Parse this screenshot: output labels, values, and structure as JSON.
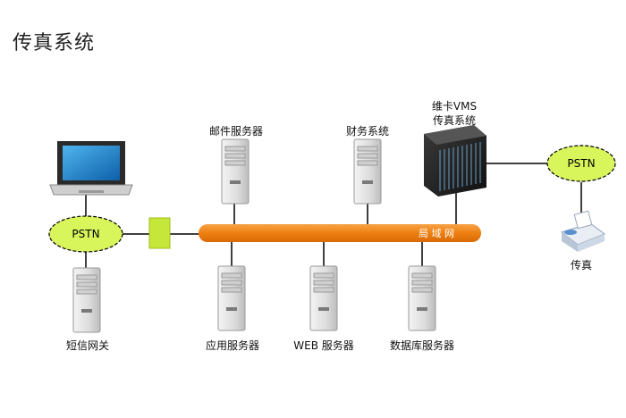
{
  "title": "传真系统",
  "nodes": {
    "mail_server": "邮件服务器",
    "finance_system": "财务系统",
    "vms_line1": "维卡VMS",
    "vms_line2": "传真系统",
    "app_server": "应用服务器",
    "web_server": "WEB 服务器",
    "db_server": "数据库服务器",
    "sms_gateway": "短信网关",
    "fax": "传真",
    "pstn_left": "PSTN",
    "pstn_right": "PSTN",
    "lan": "局 域 网"
  },
  "colors": {
    "lan_bar": "#ee7f11",
    "pstn_fill": "#d9f55c",
    "switch_fill": "#c7e63a",
    "server_body": "#e3e3e3"
  }
}
